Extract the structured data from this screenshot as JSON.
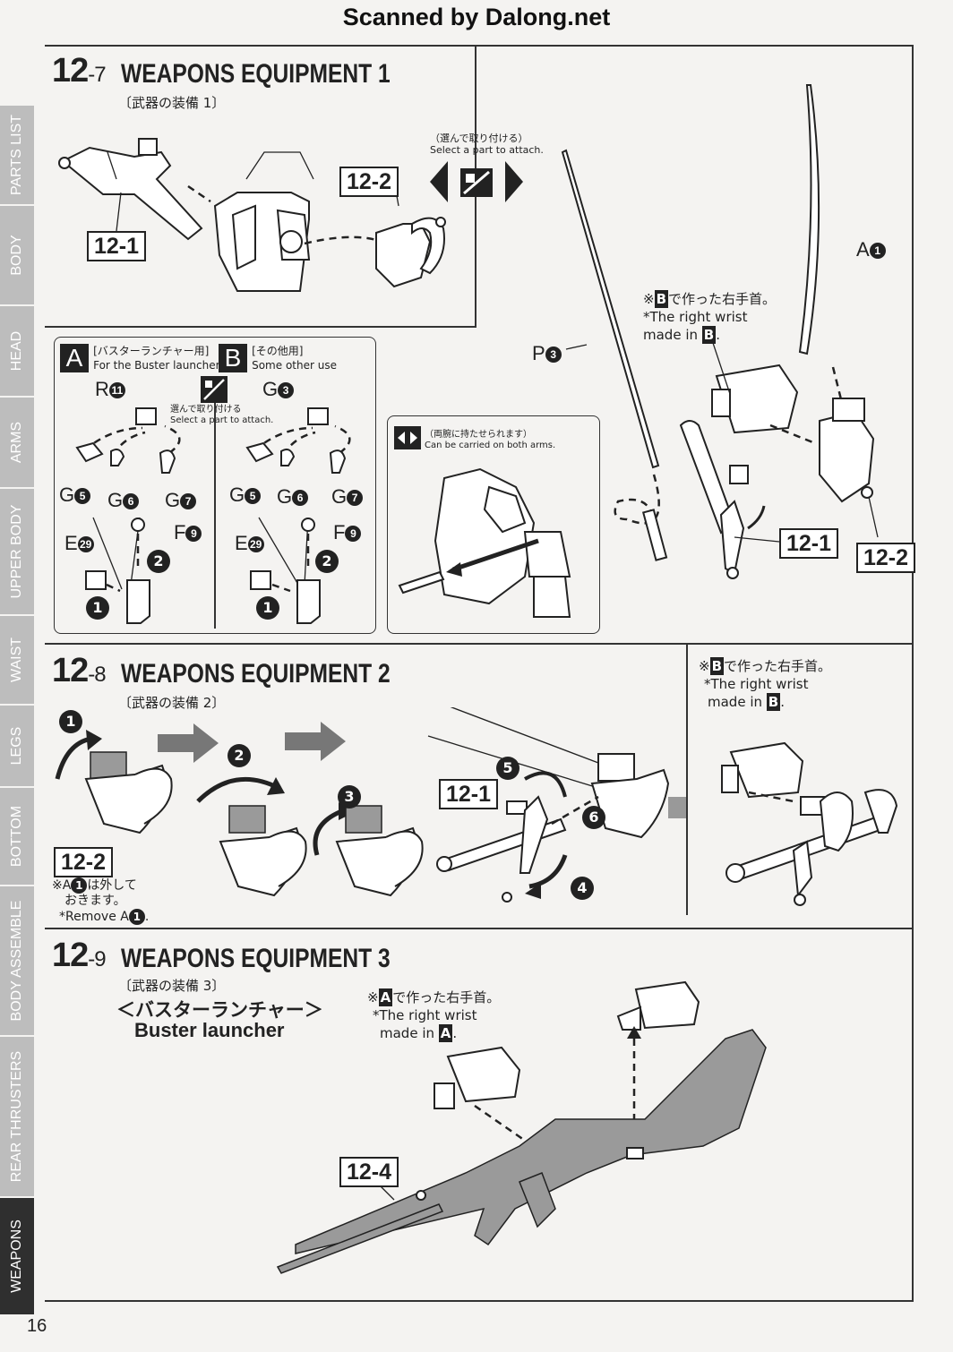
{
  "scan_banner": "Scanned by Dalong.net",
  "page_number": "16",
  "sidebar": {
    "tabs": [
      "PARTS LIST",
      "BODY",
      "HEAD",
      "ARMS",
      "UPPER BODY",
      "WAIST",
      "LEGS",
      "BOTTOM",
      "BODY ASSEMBLE",
      "REAR THRUSTERS",
      "WEAPONS"
    ],
    "active": "WEAPONS"
  },
  "sec7": {
    "num": "12",
    "sub": "-7",
    "title": "WEAPONS EQUIPMENT 1",
    "subtitle": "〔武器の装備 1〕",
    "choose_jp": "（選んで取り付ける）",
    "choose_en": "Select a part to attach.",
    "ref_1": "12-1",
    "ref_2": "12-2",
    "panelA_letter": "A",
    "panelA_jp": "[バスターランチャー用]",
    "panelA_en": "For the Buster launcher",
    "panelB_letter": "B",
    "panelB_jp": "[その他用]",
    "panelB_en": "Some other use",
    "choose2_jp": "選んで取り付ける",
    "choose2_en": "Select a part to attach.",
    "partA_R": "R",
    "partA_R_n": "11",
    "partB_G": "G",
    "partB_G_n": "3",
    "g5": "G",
    "g5n": "5",
    "g6": "G",
    "g6n": "6",
    "g7": "G",
    "g7n": "7",
    "e29": "E",
    "e29n": "29",
    "f9": "F",
    "f9n": "9",
    "step1": "1",
    "step2": "2",
    "both_jp": "（両腕に持たせられます）",
    "both_en": "Can be carried on both arms.",
    "P3": "P",
    "P3n": "3",
    "A1": "A",
    "A1n": "1",
    "right_wrist_jp_pre": "※",
    "right_wrist_jp_box": "B",
    "right_wrist_jp_post": "で作った右手首。",
    "right_wrist_en_1": "*The right wrist",
    "right_wrist_en_2": "made in",
    "right_wrist_en_box": "B"
  },
  "sec8": {
    "num": "12",
    "sub": "-8",
    "title": "WEAPONS EQUIPMENT 2",
    "subtitle": "〔武器の装備 2〕",
    "ref_2": "12-2",
    "ref_1": "12-1",
    "remove_jp_1": "※A",
    "remove_jp_n": "1",
    "remove_jp_2": "は外して",
    "remove_jp_3": "おきます。",
    "remove_en": "*Remove A",
    "steps": [
      "1",
      "2",
      "3",
      "4",
      "5",
      "6"
    ],
    "wrist_jp_box": "B",
    "wrist_jp_post": "で作った右手首。",
    "wrist_en_1": "*The right wrist",
    "wrist_en_2": "made in",
    "wrist_en_box": "B"
  },
  "sec9": {
    "num": "12",
    "sub": "-9",
    "title": "WEAPONS EQUIPMENT 3",
    "subtitle": "〔武器の装備 3〕",
    "launcher_jp": "＜バスターランチャー＞",
    "launcher_en": "Buster launcher",
    "ref_4": "12-4",
    "wrist_jp_box": "A",
    "wrist_jp_post": "で作った右手首。",
    "wrist_en_1": "*The right wrist",
    "wrist_en_2": "made in",
    "wrist_en_box": "A"
  }
}
